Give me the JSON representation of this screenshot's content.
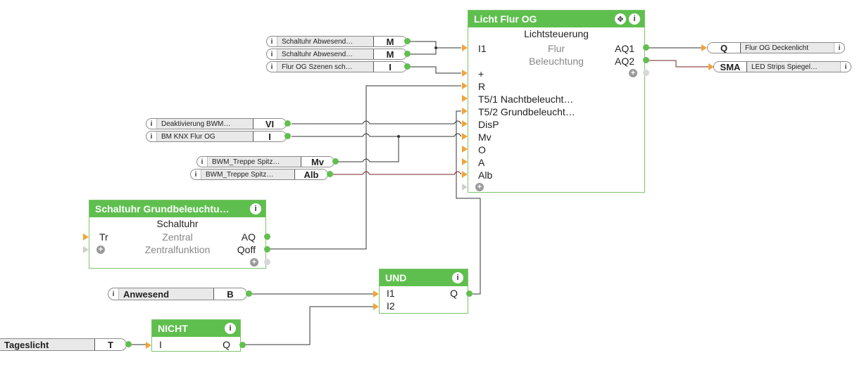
{
  "inputs": [
    {
      "label": "Schaltuhr Abwesend…",
      "code": "M"
    },
    {
      "label": "Schaltuhr Abwesend…",
      "code": "M"
    },
    {
      "label": "Flur OG Szenen sch…",
      "code": "I"
    },
    {
      "label": "Deaktivierung BWM…",
      "code": "VI"
    },
    {
      "label": "BM KNX Flur OG",
      "code": "I"
    },
    {
      "label": "BWM_Treppe Spitz…",
      "code": "Mv"
    },
    {
      "label": "BWM_Treppe Spitz…",
      "code": "Alb"
    },
    {
      "label": "Anwesend",
      "code": "B"
    },
    {
      "label": "Tageslicht",
      "code": "T"
    }
  ],
  "outputs": [
    {
      "code": "Q",
      "label": "Flur OG Deckenlicht"
    },
    {
      "code": "SMA",
      "label": "LED Strips Spiegel…"
    }
  ],
  "info_glyph": "i",
  "plus_glyph": "+",
  "move_glyph": "✥",
  "licht": {
    "title": "Licht Flur OG",
    "subtitle": "Lichtsteuerung",
    "inputs": [
      "I1",
      "+",
      "R",
      "T5/1 Nachtbeleucht…",
      "T5/2 Grundbeleucht…",
      "DisP",
      "Mv",
      "O",
      "A",
      "Alb"
    ],
    "mid": [
      "Flur",
      "Beleuchtung"
    ],
    "outputs": [
      "AQ1",
      "AQ2"
    ]
  },
  "schaltuhr": {
    "title": "Schaltuhr  Grundbeleuchtu…",
    "subtitle": "Schaltuhr",
    "rows": [
      {
        "left": "Tr",
        "mid": "Zentral",
        "right": "AQ"
      },
      {
        "left": "",
        "mid": "Zentralfunktion",
        "right": "Qoff"
      }
    ]
  },
  "und": {
    "title": "UND",
    "inputs": [
      "I1",
      "I2"
    ],
    "output": "Q"
  },
  "nicht": {
    "title": "NICHT",
    "input": "I",
    "output": "Q"
  }
}
